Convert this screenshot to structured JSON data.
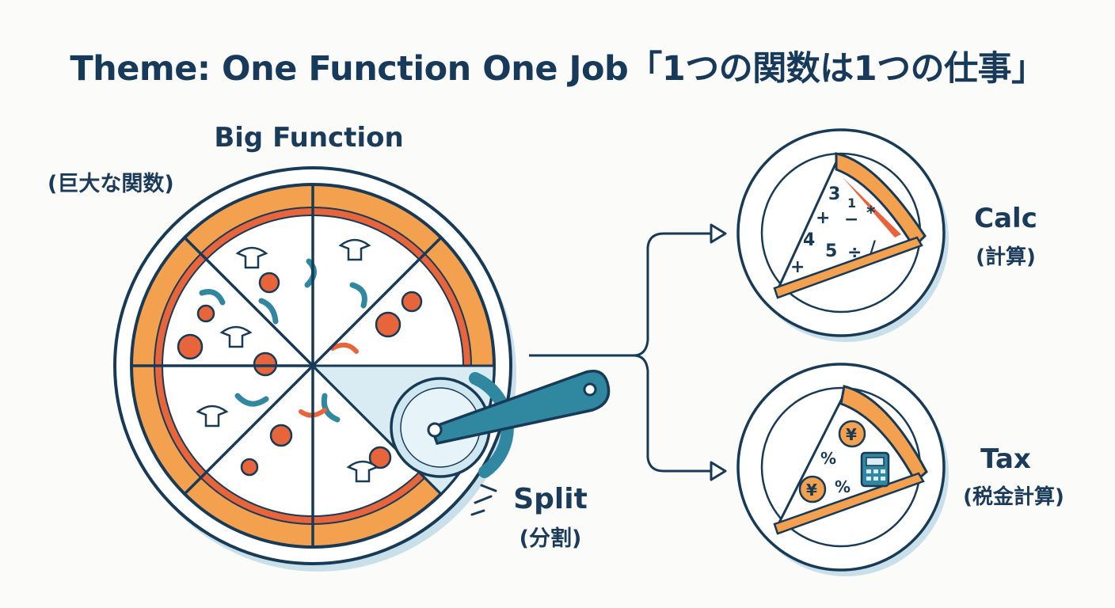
{
  "title": "Theme: One Function One Job「1つの関数は1つの仕事」",
  "big_function": {
    "label": "Big Function",
    "label_jp": "(巨大な関数)"
  },
  "split": {
    "label": "Split",
    "label_jp": "(分割)"
  },
  "outputs": [
    {
      "label": "Calc",
      "label_jp": "(計算)",
      "icon": "math-symbols-icon",
      "symbols": [
        "3",
        "1",
        "+",
        "−",
        "*",
        "4",
        "5",
        "÷",
        "/",
        "+"
      ]
    },
    {
      "label": "Tax",
      "label_jp": "(税金計算)",
      "icon": "yen-calculator-icon",
      "symbols": [
        "¥",
        "%",
        "%",
        "¥"
      ]
    }
  ],
  "colors": {
    "navy": "#173a57",
    "crust": "#f3a04f",
    "sauce": "#e8643a",
    "teal": "#2f87a0",
    "plate": "#ffffff",
    "shadow": "#a9cfe0"
  }
}
